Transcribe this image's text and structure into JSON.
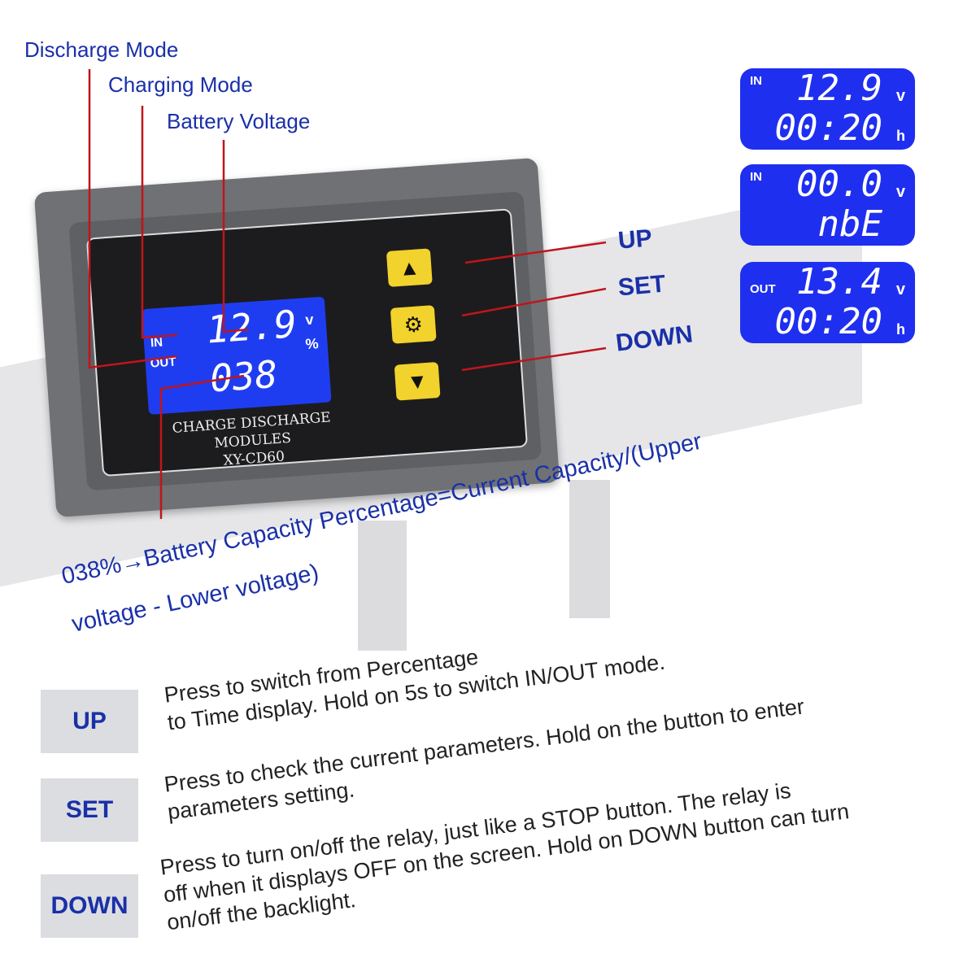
{
  "callouts": {
    "discharge_mode": "Discharge Mode",
    "charging_mode": "Charging Mode",
    "battery_voltage": "Battery Voltage"
  },
  "buttons": {
    "up": "UP",
    "set": "SET",
    "down": "DOWN",
    "up_glyph": "▲",
    "set_glyph": "⚙",
    "down_glyph": "▼"
  },
  "device": {
    "lcd": {
      "in": "IN",
      "out": "OUT",
      "voltage": "12.9",
      "voltage_unit": "v",
      "percent": "038",
      "percent_unit": "%"
    },
    "label_line1": "CHARGE DISCHARGE MODULES",
    "label_line2": "XY-CD60"
  },
  "panels": [
    {
      "mode": "IN",
      "top": "12.9",
      "top_unit": "v",
      "bottom": "00:20",
      "bottom_unit": "h"
    },
    {
      "mode": "IN",
      "top": "00.0",
      "top_unit": "v",
      "bottom": "nbE",
      "bottom_unit": ""
    },
    {
      "mode": "OUT",
      "top": "13.4",
      "top_unit": "v",
      "bottom": "00:20",
      "bottom_unit": "h"
    }
  ],
  "capacity_note": {
    "line1": "038%→Battery Capacity Percentage=Current Capacity/(Upper",
    "line2": "voltage - Lower voltage)"
  },
  "instructions": [
    {
      "key": "UP",
      "line1": "Press to switch from Percentage",
      "line2": "to Time display. Hold on 5s to switch IN/OUT mode."
    },
    {
      "key": "SET",
      "line1": "Press to check the current parameters. Hold on the button to enter",
      "line2": "parameters setting."
    },
    {
      "key": "DOWN",
      "line1": "Press to turn on/off the relay, just like a STOP button. The relay is",
      "line2": "off when it displays OFF on the screen. Hold on DOWN button can turn",
      "line3": "on/off the backlight."
    }
  ],
  "colors": {
    "label_blue": "#1a30a8",
    "leader_red": "#c0151b",
    "lcd_blue": "#1f3df0",
    "button_yellow": "#f2d22c"
  }
}
